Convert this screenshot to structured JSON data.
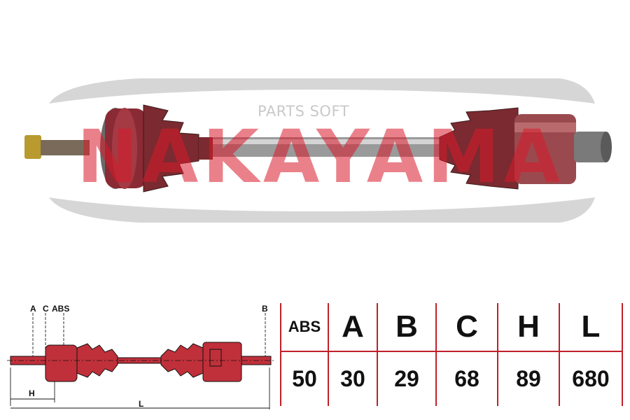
{
  "watermark": {
    "brand": "NAKAYAMA",
    "parts_soft": "PARTS SOFT"
  },
  "diagram": {
    "labels": {
      "a": "A",
      "c": "C",
      "abs": "ABS",
      "b": "B",
      "h": "H",
      "l": "L"
    }
  },
  "spec_table": {
    "headers": [
      "ABS",
      "A",
      "B",
      "C",
      "H",
      "L"
    ],
    "values": [
      "50",
      "30",
      "29",
      "68",
      "89",
      "680"
    ]
  },
  "colors": {
    "accent_red": "#c0202a",
    "shaft_red": "#b0303c",
    "watermark_grey": "#cfcfcf"
  }
}
